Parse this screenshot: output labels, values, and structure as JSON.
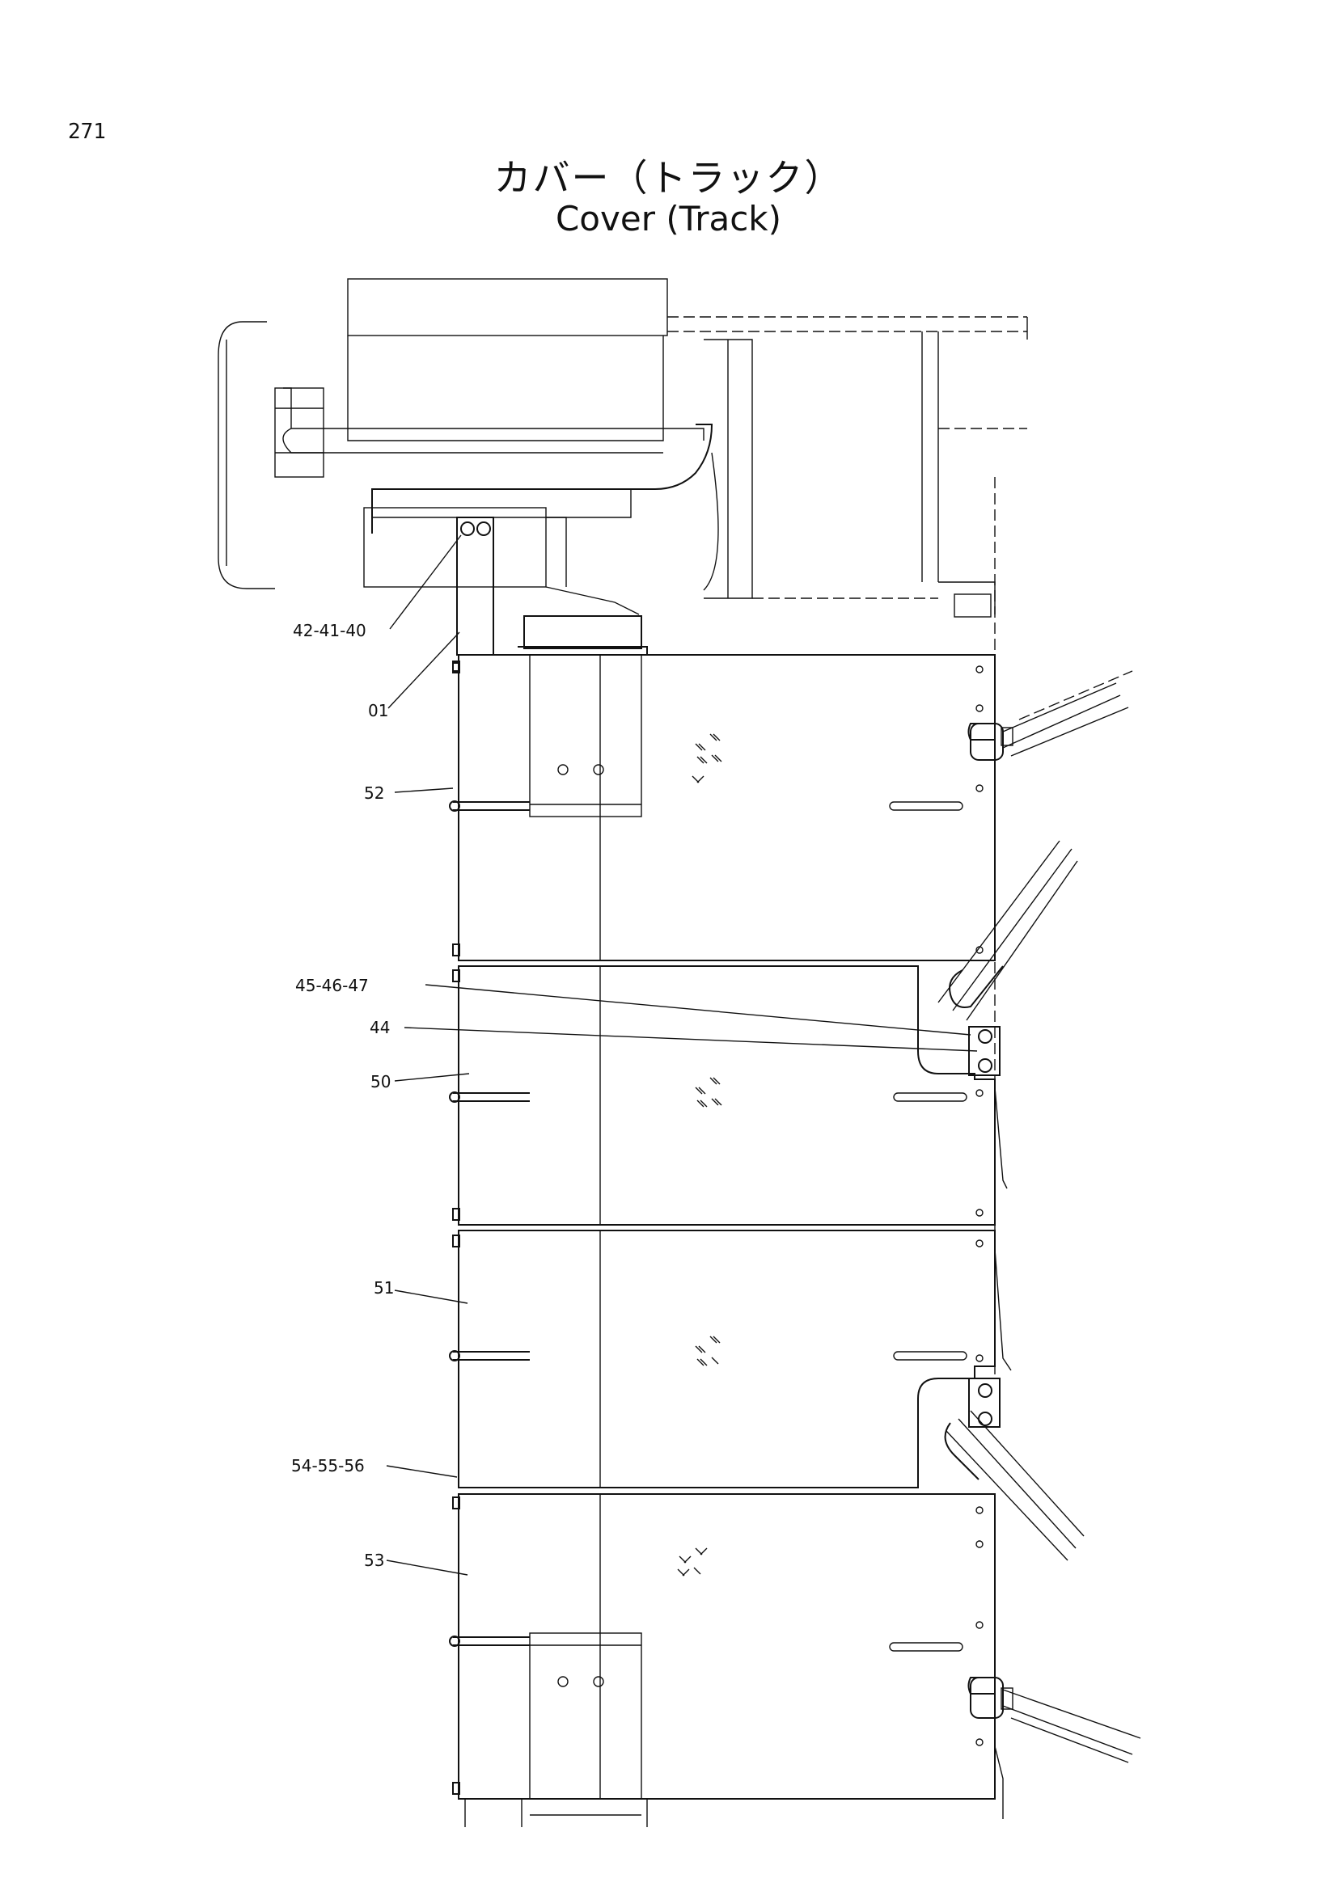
{
  "page_number": "271",
  "title": {
    "japanese": "カバー（トラック）",
    "english": "Cover (Track)"
  },
  "callouts": {
    "c_42_41_40": "42-41-40",
    "c_01": "01",
    "c_52": "52",
    "c_45_46_47": "45-46-47",
    "c_44": "44",
    "c_50": "50",
    "c_51": "51",
    "c_54_55_56": "54-55-56",
    "c_53": "53"
  }
}
